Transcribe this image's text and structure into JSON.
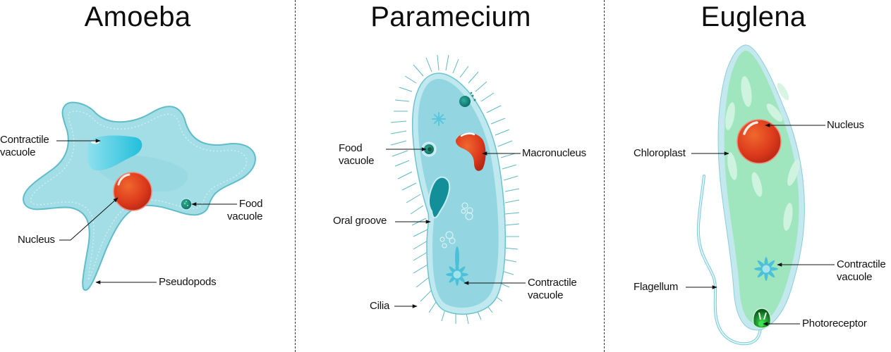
{
  "diagram": {
    "colors": {
      "amoeba_cytoplasm": "#9fdde6",
      "amoeba_membrane": "#5fbfcc",
      "paramecium_cytoplasm": "#93d8e3",
      "euglena_cytoplasm": "#9ee8c2",
      "euglena_membrane": "#bfe6ee",
      "nucleus": "#e0401f",
      "oral_groove": "#138f9a",
      "food_vacuole": "#1c8f84",
      "photoreceptor": "#1c9b2e",
      "contractile_vacuole_star": "#4bbfd6",
      "divider": "#333333"
    },
    "panels": [
      {
        "title": "Amoeba",
        "labels": [
          {
            "lines": [
              "Contractile",
              "vacuole"
            ],
            "points_to": "contractile-vacuole"
          },
          {
            "lines": [
              "Nucleus"
            ],
            "points_to": "nucleus"
          },
          {
            "lines": [
              "Food",
              "vacuole"
            ],
            "points_to": "food-vacuole"
          },
          {
            "lines": [
              "Pseudopods"
            ],
            "points_to": "pseudopods"
          }
        ]
      },
      {
        "title": "Paramecium",
        "labels": [
          {
            "lines": [
              "Food",
              "vacuole"
            ],
            "points_to": "food-vacuole"
          },
          {
            "lines": [
              "Macronucleus"
            ],
            "points_to": "macronucleus"
          },
          {
            "lines": [
              "Oral groove"
            ],
            "points_to": "oral-groove"
          },
          {
            "lines": [
              "Contractile",
              "vacuole"
            ],
            "points_to": "contractile-vacuole"
          },
          {
            "lines": [
              "Cilia"
            ],
            "points_to": "cilia"
          }
        ]
      },
      {
        "title": "Euglena",
        "labels": [
          {
            "lines": [
              "Nucleus"
            ],
            "points_to": "nucleus"
          },
          {
            "lines": [
              "Chloroplast"
            ],
            "points_to": "chloroplast"
          },
          {
            "lines": [
              "Contractile",
              "vacuole"
            ],
            "points_to": "contractile-vacuole"
          },
          {
            "lines": [
              "Flagellum"
            ],
            "points_to": "flagellum"
          },
          {
            "lines": [
              "Photoreceptor"
            ],
            "points_to": "photoreceptor"
          }
        ]
      }
    ]
  }
}
